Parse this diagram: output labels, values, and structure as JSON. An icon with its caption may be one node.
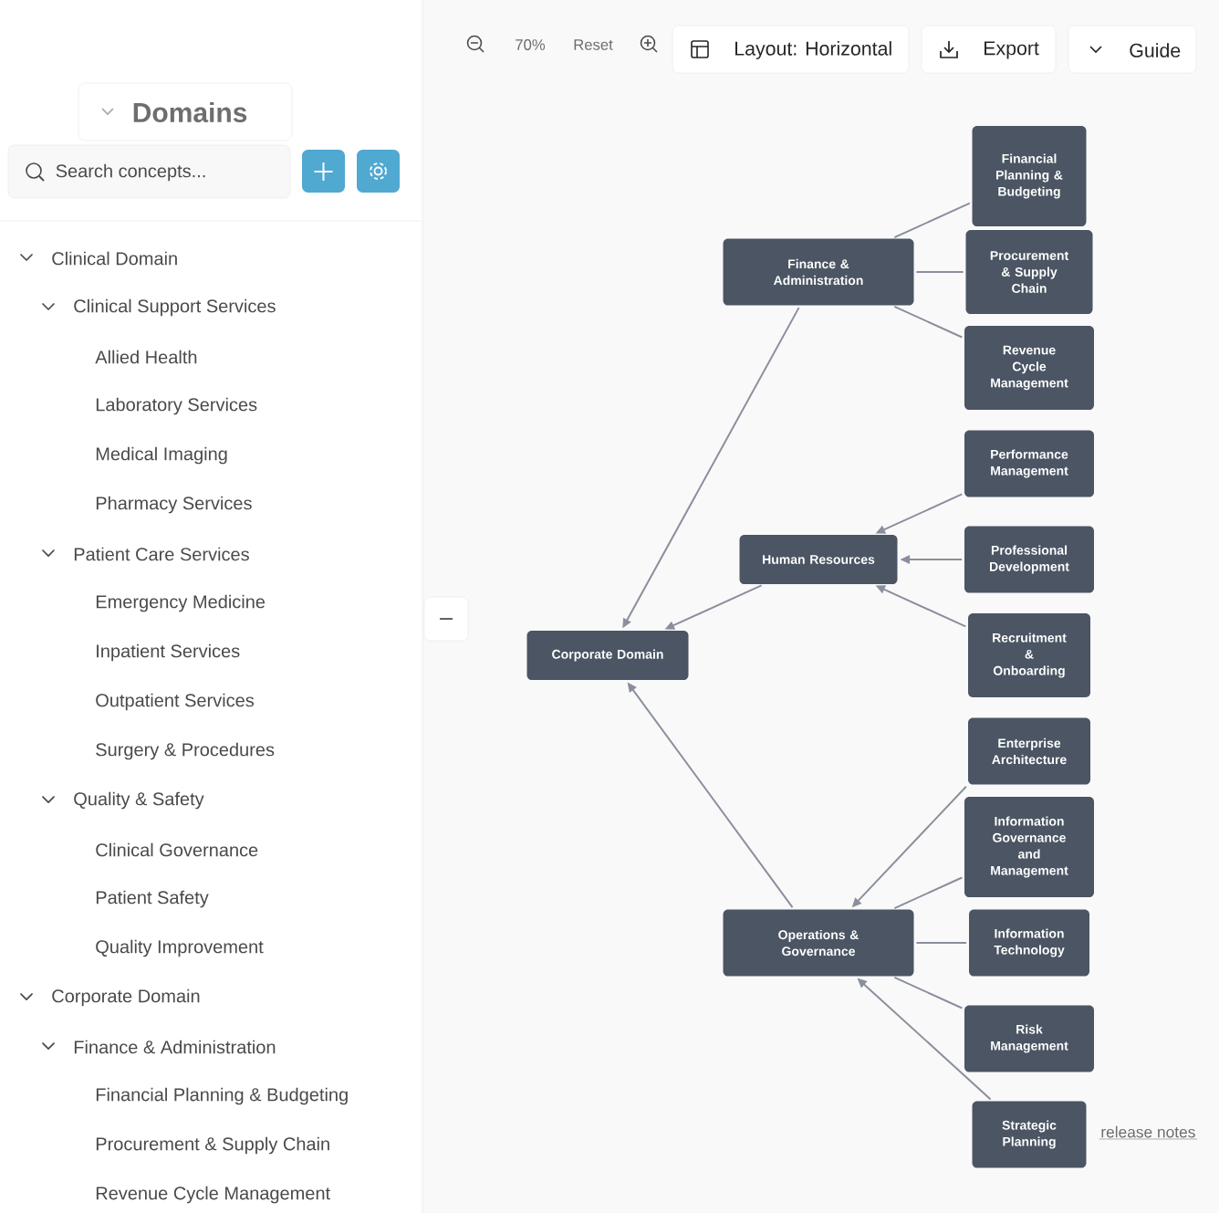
{
  "diagram": {
    "nodes": [
      {
        "text": [
          "Corporate Domain"
        ]
      },
      {
        "text": [
          "Finance & Administration"
        ]
      },
      {
        "text": [
          "Human Resources"
        ]
      },
      {
        "text": [
          "Operations & Governance"
        ]
      },
      {
        "text": [
          "Financial Planning & Budgeting"
        ]
      },
      {
        "text": [
          "Procurement & Supply Chain"
        ]
      },
      {
        "text": [
          "Revenue Cycle Management"
        ]
      },
      {
        "text": [
          "Performance Management"
        ]
      },
      {
        "text": [
          "Professional Development"
        ]
      },
      {
        "text": [
          "Recruitment & Onboarding"
        ]
      },
      {
        "text": [
          "Enterprise Architecture"
        ]
      },
      {
        "text": [
          "Information Governance and Management"
        ]
      },
      {
        "text": [
          "Information Technology"
        ]
      },
      {
        "text": [
          "Risk Management"
        ]
      },
      {
        "text": [
          "Strategic Planning"
        ]
      }
    ],
    "edges": [
      {
        "from": 1,
        "to": 0,
        "arrow": "to"
      },
      {
        "from": 2,
        "to": 0,
        "arrow": "to"
      },
      {
        "from": 3,
        "to": 0,
        "arrow": "to"
      },
      {
        "from": 4,
        "to": 1,
        "arrow": "none"
      },
      {
        "from": 5,
        "to": 1,
        "arrow": "none"
      },
      {
        "from": 6,
        "to": 1,
        "arrow": "none"
      },
      {
        "from": 7,
        "to": 2,
        "arrow": "to"
      },
      {
        "from": 8,
        "to": 2,
        "arrow": "to"
      },
      {
        "from": 9,
        "to": 2,
        "arrow": "to"
      },
      {
        "from": 10,
        "to": 3,
        "arrow": "to"
      },
      {
        "from": 11,
        "to": 3,
        "arrow": "none"
      },
      {
        "from": 12,
        "to": 3,
        "arrow": "none"
      },
      {
        "from": 13,
        "to": 3,
        "arrow": "none"
      },
      {
        "from": 14,
        "to": 3,
        "arrow": "to"
      }
    ],
    "labels": [
      "Domains",
      "Search concepts...",
      "Clinical Domain",
      "Clinical Support Services",
      "Allied Health",
      "Laboratory Services",
      "Medical Imaging",
      "Pharmacy Services",
      "Patient Care Services",
      "Emergency Medicine",
      "Inpatient Services",
      "Outpatient Services",
      "Surgery & Procedures",
      "Quality & Safety",
      "Clinical Governance",
      "Patient Safety",
      "Quality Improvement",
      "Corporate Domain",
      "Finance & Administration",
      "Financial Planning & Budgeting",
      "Procurement & Supply Chain",
      "Revenue Cycle Management",
      "70%",
      "Reset",
      "Layout: Horizontal",
      "Export",
      "Guide",
      "release notes"
    ]
  }
}
